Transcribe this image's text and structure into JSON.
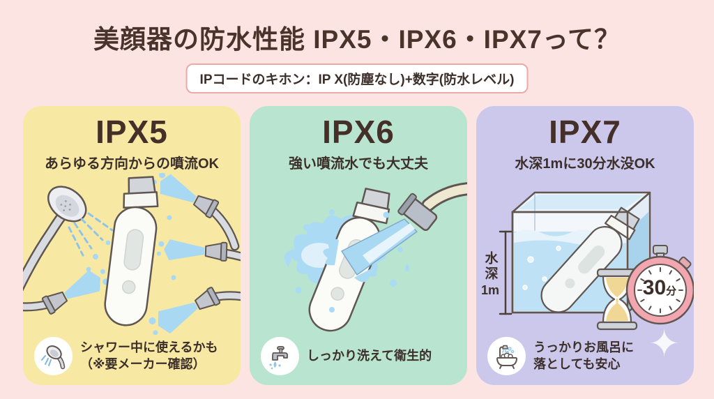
{
  "header": {
    "title": "美顔器の防水性能 IPX5・IPX6・IPX7って？",
    "subtitle": "IPコードのキホン：IP X(防塵なし)+数字(防水レベル)"
  },
  "cards": [
    {
      "rating": "IPX5",
      "description": "あらゆる方向からの噴流OK",
      "note_line1": "シャワー中に使えるかも",
      "note_line2": "（※要メーカー確認）",
      "icon": "shower-head-icon",
      "bg_color": "#f7e9a4"
    },
    {
      "rating": "IPX6",
      "description": "強い噴流水でも大丈夫",
      "note_line1": "しっかり洗えて衛生的",
      "note_line2": "",
      "icon": "faucet-icon",
      "bg_color": "#b9e4cf"
    },
    {
      "rating": "IPX7",
      "description": "水深1mに30分水没OK",
      "note_line1": "うっかりお風呂に",
      "note_line2": "落としても安心",
      "icon": "bathtub-icon",
      "bg_color": "#cbc8ec",
      "depth_label_vertical": "水深",
      "depth_label_unit": "1m",
      "timer_value": "30",
      "timer_unit": "分"
    }
  ],
  "icons": {
    "sparkle_glyph": "✦"
  },
  "colors": {
    "background": "#fbe4e2",
    "title_text": "#4a332a",
    "body_text": "#3c2f2a",
    "subtitle_border": "#eba9a7",
    "water_blue": "#a9d8f3",
    "stopwatch_pink": "#f2a7b0",
    "sand_yellow": "#f0d795"
  }
}
